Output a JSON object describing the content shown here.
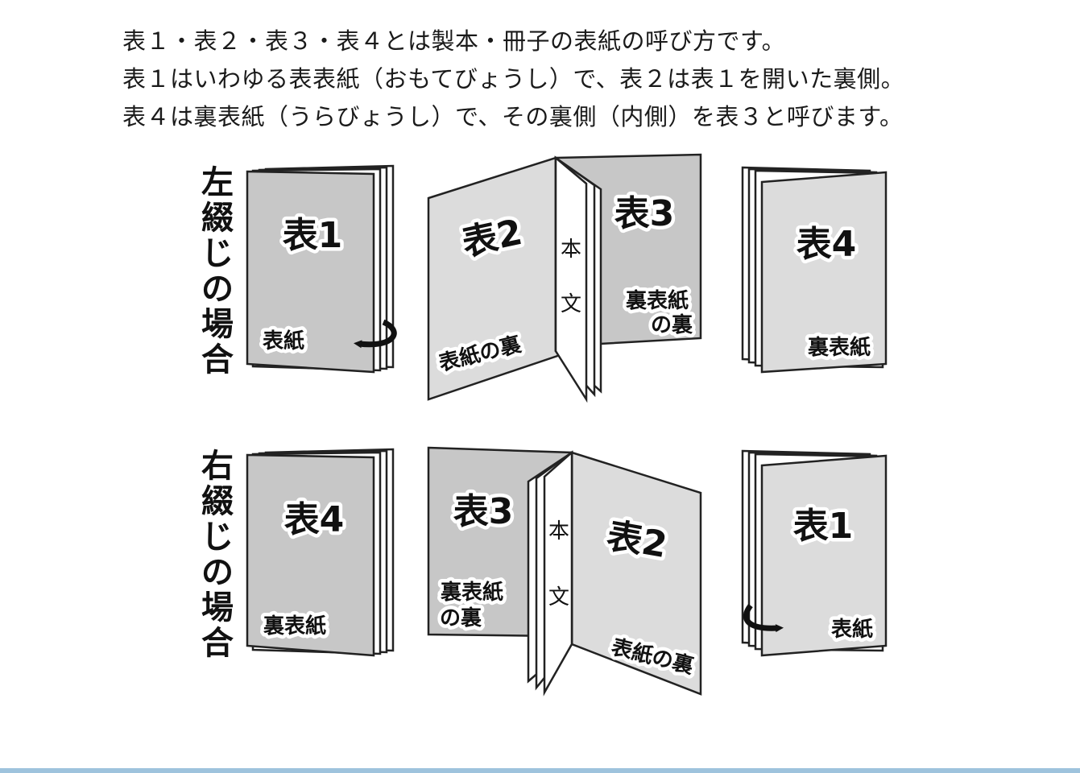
{
  "intro": {
    "line1": "表１・表２・表３・表４とは製本・冊子の表紙の呼び方です。",
    "line2": "表１はいわゆる表表紙（おもてびょうし）で、表２は表１を開いた裏側。",
    "line3": "表４は裏表紙（うらびょうし）で、その裏側（内側）を表３と呼びます。"
  },
  "colors": {
    "dark_cover": "#c7c7c7",
    "light_cover": "#dcdcdc",
    "page_white": "#ffffff",
    "outline": "#222222",
    "accent_bar": "#9ec3dd"
  },
  "left_binding": {
    "side_label": "左綴じの場合",
    "front": {
      "title": "表1",
      "sub": "表紙"
    },
    "open": {
      "left_title": "表2",
      "left_sub": "表紙の裏",
      "right_title": "表3",
      "right_sub_line1": "裏表紙",
      "right_sub_line2": "の裏",
      "body_char1": "本",
      "body_char2": "文"
    },
    "back": {
      "title": "表4",
      "sub": "裏表紙"
    }
  },
  "right_binding": {
    "side_label": "右綴じの場合",
    "front": {
      "title": "表4",
      "sub": "裏表紙"
    },
    "open": {
      "left_title": "表3",
      "left_sub_line1": "裏表紙",
      "left_sub_line2": "の裏",
      "right_title": "表2",
      "right_sub": "表紙の裏",
      "body_char1": "本",
      "body_char2": "文"
    },
    "back": {
      "title": "表1",
      "sub": "表紙"
    }
  }
}
